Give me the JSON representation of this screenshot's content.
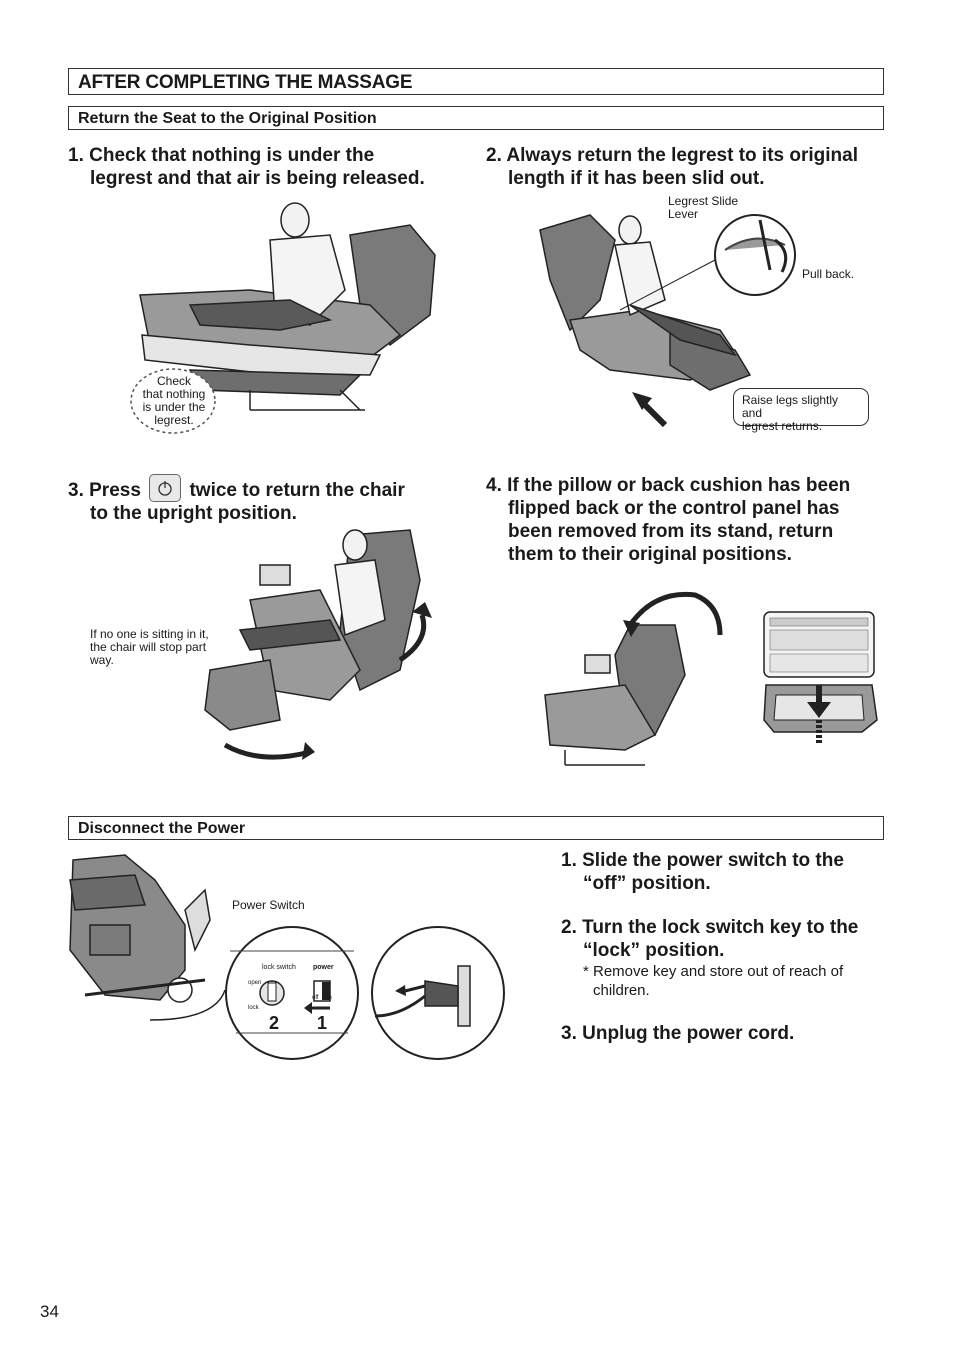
{
  "header": {
    "title": "AFTER COMPLETING THE MASSAGE",
    "subtitle_return": "Return the Seat to the Original Position",
    "subtitle_power": "Disconnect the Power"
  },
  "steps_return": {
    "s1_line1": "1. Check that nothing is under the",
    "s1_line2": "legrest and that air is being released.",
    "s2_line1": "2. Always return the legrest to its original",
    "s2_line2": "length if it has been slid out.",
    "s3_pre": "3. Press",
    "s3_post": "twice to return the chair",
    "s3_line2": "to the upright position.",
    "s4_line1": "4. If the pillow or back cushion has been",
    "s4_line2": "flipped back or the control panel has",
    "s4_line3": "been removed from its stand, return",
    "s4_line4": "them to their original positions."
  },
  "callouts": {
    "check1": "Check",
    "check2": "that nothing",
    "check3": "is under the",
    "check4": "legrest.",
    "lever1": "Legrest Slide",
    "lever2": "Lever",
    "pull_back": "Pull back.",
    "raise1": "Raise legs slightly and",
    "raise2": "legrest returns.",
    "noone1": "If no one is sitting in it,",
    "noone2": "the chair will stop part",
    "noone3": "way.",
    "power_switch": "Power Switch",
    "lock_switch": "lock switch",
    "power_label": "power",
    "open": "open",
    "lock": "lock",
    "off": "off",
    "on": "on",
    "num2": "2",
    "num1": "1"
  },
  "steps_power": {
    "p1_line1": "1. Slide the power switch to the",
    "p1_line2": "“off” position.",
    "p2_line1": "2. Turn the lock switch key to the",
    "p2_line2": "“lock” position.",
    "p2_note1": "* Remove key and store out of reach of",
    "p2_note2": "children.",
    "p3": "3. Unplug the power cord."
  },
  "page_number": "34"
}
